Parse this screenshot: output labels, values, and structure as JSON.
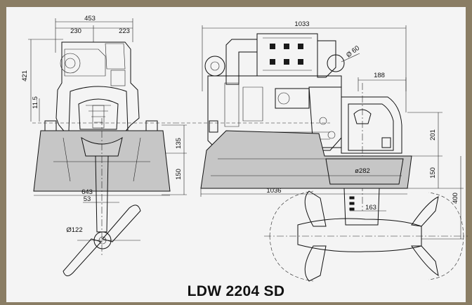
{
  "title": "LDW 2204 SD",
  "dimensions": {
    "front_total_width": "453",
    "front_left_width": "230",
    "front_right_width": "223",
    "front_height": "421",
    "front_height_small": "11.5",
    "front_mount_height": "135",
    "front_base_height": "150",
    "front_bottom_width": "643",
    "front_offset": "53",
    "prop_diameter": "Ø122",
    "side_total_length": "1033",
    "side_exhaust_diameter": "Ø 60",
    "side_mount_width": "188",
    "side_mount_height": "201",
    "side_base_height": "150",
    "side_drive_height": "400",
    "side_base_length": "1036",
    "side_cutout_diameter": "ø282",
    "side_prop_offset": "163"
  }
}
